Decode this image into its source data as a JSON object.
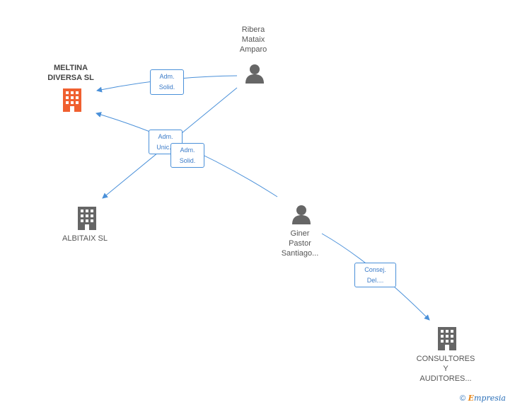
{
  "nodes": {
    "meltina": {
      "label": "MELTINA\nDIVERSA SL",
      "kind": "company-focus"
    },
    "albitaix": {
      "label": "ALBITAIX SL",
      "kind": "company"
    },
    "consultores": {
      "label": "CONSULTORES\nY\nAUDITORES...",
      "kind": "company"
    },
    "ribera": {
      "label": "Ribera\nMataix\nAmparo",
      "kind": "person"
    },
    "giner": {
      "label": "Giner\nPastor\nSantiago...",
      "kind": "person"
    }
  },
  "edges": {
    "ribera_meltina": {
      "label": "Adm.\nSolid."
    },
    "ribera_albitaix": {
      "label": "Adm.\nUnic..."
    },
    "giner_meltina": {
      "label": "Adm.\nSolid."
    },
    "giner_consultores": {
      "label": "Consej.\nDel...."
    }
  },
  "colors": {
    "edge": "#4a90d9",
    "company": "#666666",
    "company_focus": "#f06030",
    "person": "#666666"
  },
  "footer": {
    "copyright": "©",
    "brand_initial": "E",
    "brand_rest": "mpresia"
  }
}
